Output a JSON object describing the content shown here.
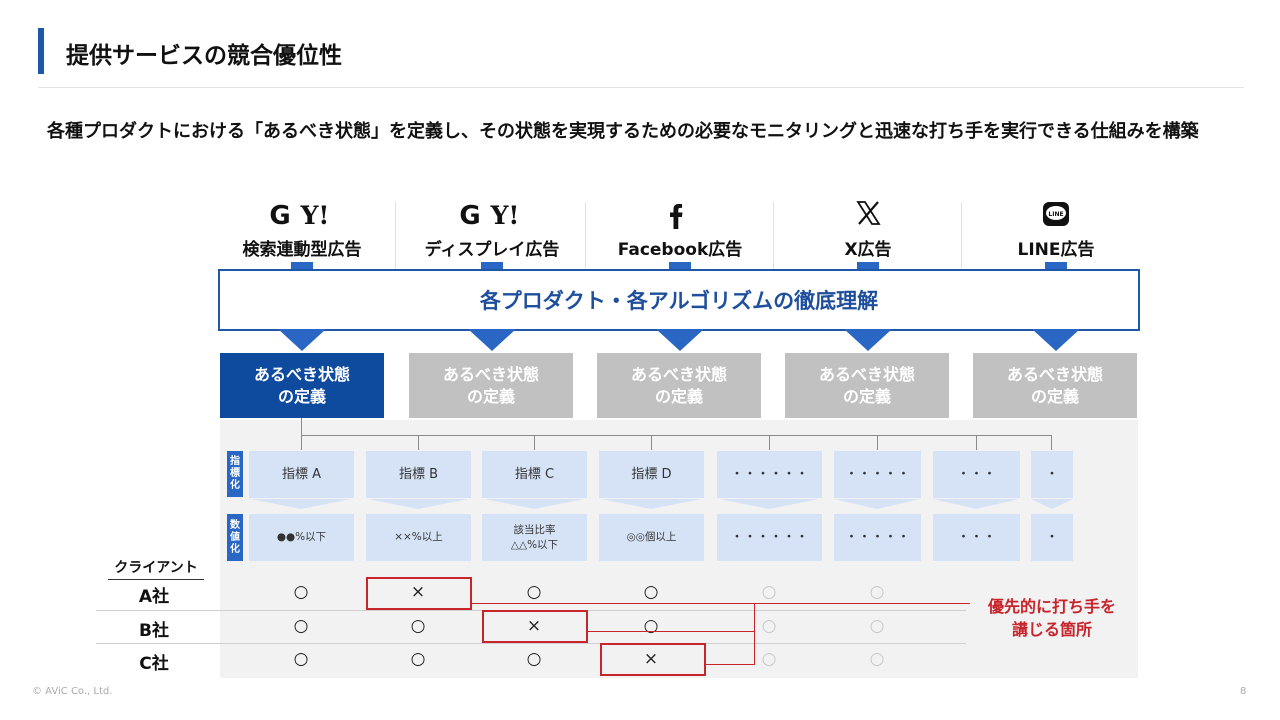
{
  "title": "提供サービスの競合優位性",
  "lead": "各種プロダクトにおける「あるべき状態」を定義し、その状態を実現するための必要なモニタリングと迅速な打ち手を実行できる仕組みを構築",
  "products": [
    {
      "logo_text": "G Y!",
      "label": "検索連動型広告"
    },
    {
      "logo_text": "G Y!",
      "label": "ディスプレイ広告"
    },
    {
      "logo_text": "f",
      "label": "Facebook広告"
    },
    {
      "logo_text": "𝕏",
      "label": "X広告"
    },
    {
      "logo_text": "LINE",
      "label": "LINE広告"
    }
  ],
  "algo_banner": "各プロダクト・各アルゴリズムの徹底理解",
  "state_label_line1": "あるべき状態",
  "state_label_line2": "の定義",
  "side_labels": {
    "indicator": [
      "指",
      "標",
      "化"
    ],
    "numeric": [
      "数",
      "値",
      "化"
    ]
  },
  "indicators": [
    "指標 A",
    "指標 B",
    "指標 C",
    "指標 D",
    "・・・・・・",
    "・・・・・",
    "・・・",
    "・"
  ],
  "numeric_line1": [
    "●●%以下",
    "××%以上",
    "該当比率",
    "◎◎個以上",
    "・・・・・・",
    "・・・・・",
    "・・・",
    "・"
  ],
  "numeric_line2": [
    "",
    "",
    "△△%以下",
    "",
    "",
    "",
    "",
    ""
  ],
  "clients_header": "クライアント",
  "clients": [
    {
      "name": "A社",
      "marks": [
        "○",
        "×",
        "○",
        "○",
        "○",
        "○"
      ]
    },
    {
      "name": "B社",
      "marks": [
        "○",
        "○",
        "×",
        "○",
        "○",
        "○"
      ]
    },
    {
      "name": "C社",
      "marks": [
        "○",
        "○",
        "○",
        "×",
        "○",
        "○"
      ]
    }
  ],
  "callout_line1": "優先的に打ち手を",
  "callout_line2": "講じる箇所",
  "copyright": "© AViC Co., Ltd.",
  "page_number": "8",
  "colors": {
    "primary": "#1f57a8",
    "active_state": "#0e4a9e",
    "inactive_state": "#c1c1c1",
    "cell": "#d6e3f7",
    "alert": "#c8242b"
  }
}
